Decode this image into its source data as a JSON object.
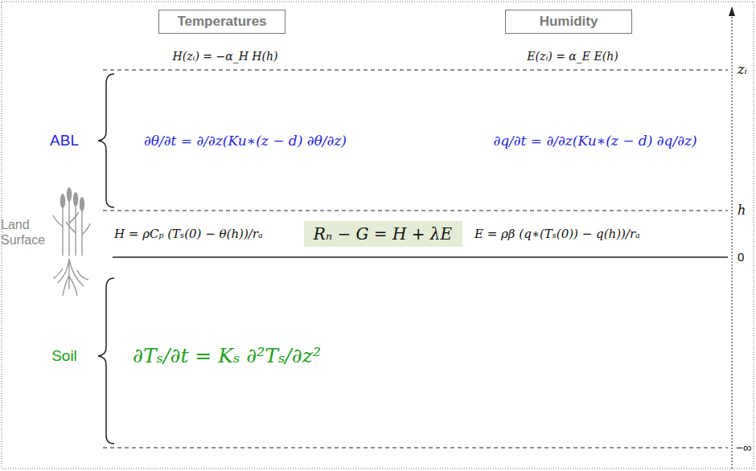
{
  "diagram": {
    "nodes": [
      {
        "text": [
          "Temperatures"
        ]
      },
      {
        "text": [
          "Humidity"
        ]
      },
      {
        "text": [
          "Rₙ − G = H + λE"
        ]
      }
    ],
    "labels": [
      "H(zᵢ) = −α_H H(h)",
      "E(zᵢ) = α_E E(h)",
      "zᵢ",
      "ABL",
      "∂θ/∂t = ∂/∂z(Ku∗(z − d) ∂θ/∂z)",
      "∂q/∂t = ∂/∂z(Ku∗(z − d) ∂q/∂z)",
      "h",
      "Land Surface",
      "H = ρCₚ (Tₛ(0) − θ(h))/rₐ",
      "E = ρβ (q∗(Tₛ(0)) − q(h))/rₐ",
      "0",
      "Soil",
      "∂Tₛ/∂t = Kₛ ∂²Tₛ/∂z²",
      "−∞"
    ]
  }
}
